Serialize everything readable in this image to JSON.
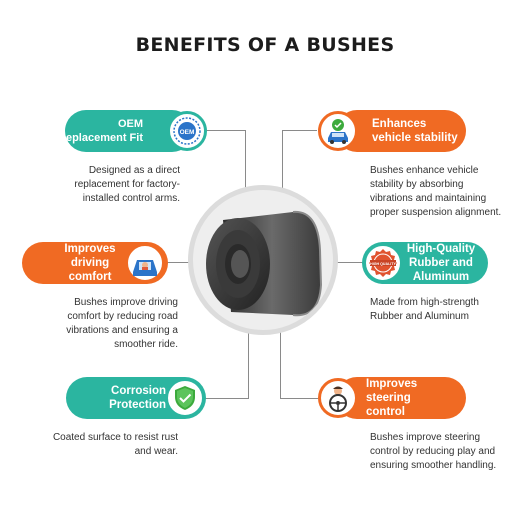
{
  "page": {
    "title": "BENEFITS OF A BUSHES"
  },
  "colors": {
    "teal": "#2bb5a0",
    "orange": "#f06a23",
    "text": "#333333",
    "title": "#1c1c1c"
  },
  "benefits": [
    {
      "label_lines": [
        "OEM",
        "Replacement Fit"
      ],
      "icon": "oem-seal-icon",
      "badge_text": "OEM",
      "description": [
        "Designed as a direct",
        "replacement for factory-",
        "installed control arms."
      ]
    },
    {
      "label_lines": [
        "Enhances",
        "vehicle stability"
      ],
      "icon": "car-check-icon",
      "description": [
        "Bushes enhance vehicle",
        "stability by absorbing",
        "vibrations and maintaining",
        "proper suspension alignment."
      ]
    },
    {
      "label_lines": [
        "Improves",
        "driving",
        "comfort"
      ],
      "icon": "driver-car-icon",
      "description": [
        "Bushes improve driving",
        "comfort by reducing road",
        "vibrations and ensuring a",
        "smoother ride."
      ]
    },
    {
      "label_lines": [
        "High-Quality",
        "Rubber and",
        "Aluminum"
      ],
      "icon": "high-quality-stamp-icon",
      "badge_text": "HIGH QUALITY",
      "description": [
        "Made from high-strength",
        "Rubber and Aluminum"
      ]
    },
    {
      "label_lines": [
        "Corrosion",
        "Protection"
      ],
      "icon": "shield-check-icon",
      "description": [
        "Coated surface to resist rust",
        "and wear."
      ]
    },
    {
      "label_lines": [
        "Improves",
        "steering",
        "control"
      ],
      "icon": "steering-wheel-icon",
      "description": [
        "Bushes improve steering",
        "control by reducing play and",
        "ensuring smoother handling."
      ]
    }
  ]
}
